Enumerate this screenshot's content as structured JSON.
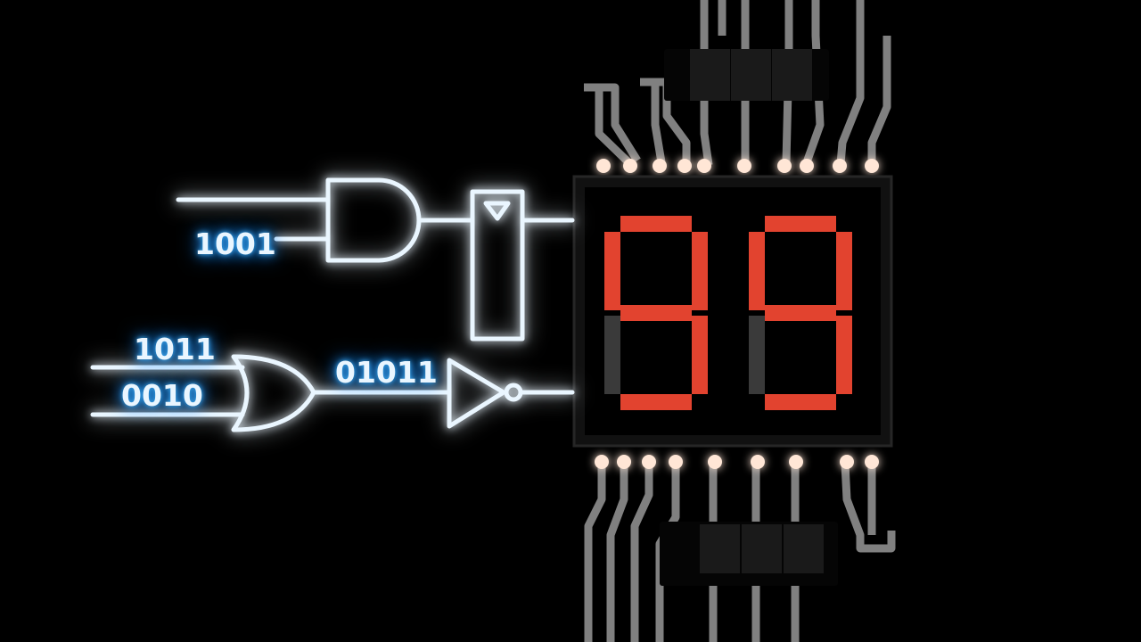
{
  "inputs": {
    "and_gate_input": "1001",
    "or_gate_input_a": "1011",
    "or_gate_input_b": "0010",
    "or_gate_output": "01011"
  },
  "display": {
    "digits": [
      "9",
      "9"
    ],
    "segment_on_color": "#e2432f",
    "segment_dim_color": "#3a3a3a"
  },
  "colors": {
    "background": "#000000",
    "wire_glow": "#2fa8ff",
    "wire_core": "#eaf6ff",
    "pin_glow": "#ff9a55",
    "trace": "#8c8c8c",
    "chip_body": "#0a0a0a"
  },
  "icons": [
    "and-gate-icon",
    "or-gate-icon",
    "not-gate-icon",
    "buffer-icon",
    "seven-segment-display-icon"
  ]
}
